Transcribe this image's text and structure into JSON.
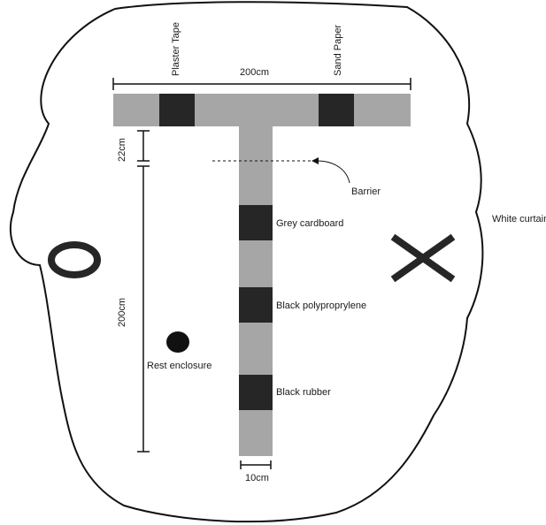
{
  "dimensions": {
    "width_top_arm": "200cm",
    "gap_to_stem": "22cm",
    "length_stem": "200cm",
    "width_stem": "10cm"
  },
  "materials": {
    "plaster_tape": "Plaster Tape",
    "sand_paper": "Sand Paper",
    "grey_cardboard": "Grey cardboard",
    "black_polypropylene": "Black polyproprylene",
    "black_rubber": "Black rubber"
  },
  "features": {
    "barrier": "Barrier",
    "rest_enclosure": "Rest enclosure",
    "white_curtain": "White curtain"
  },
  "colors": {
    "arena_fill": "#ffffff",
    "outline": "#111111",
    "track_grey": "#a6a6a6",
    "patch_black": "#262626"
  }
}
